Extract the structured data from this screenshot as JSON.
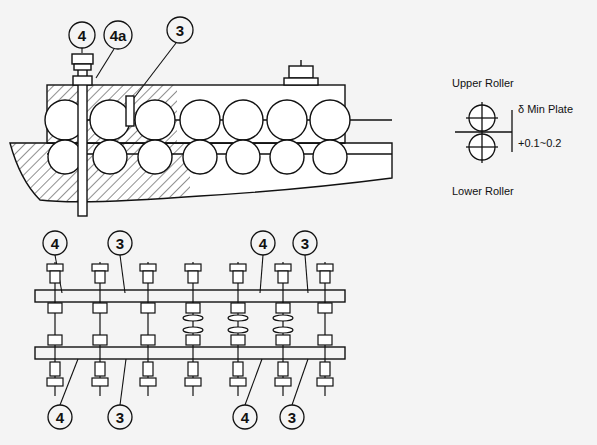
{
  "diagram": {
    "labels": [
      "4",
      "4a",
      "3",
      "Upper Roller",
      "δ Min Plate",
      "+0.1~0.2",
      "Lower Roller",
      "4",
      "3",
      "4",
      "3",
      "4",
      "3",
      "4",
      "3"
    ]
  }
}
